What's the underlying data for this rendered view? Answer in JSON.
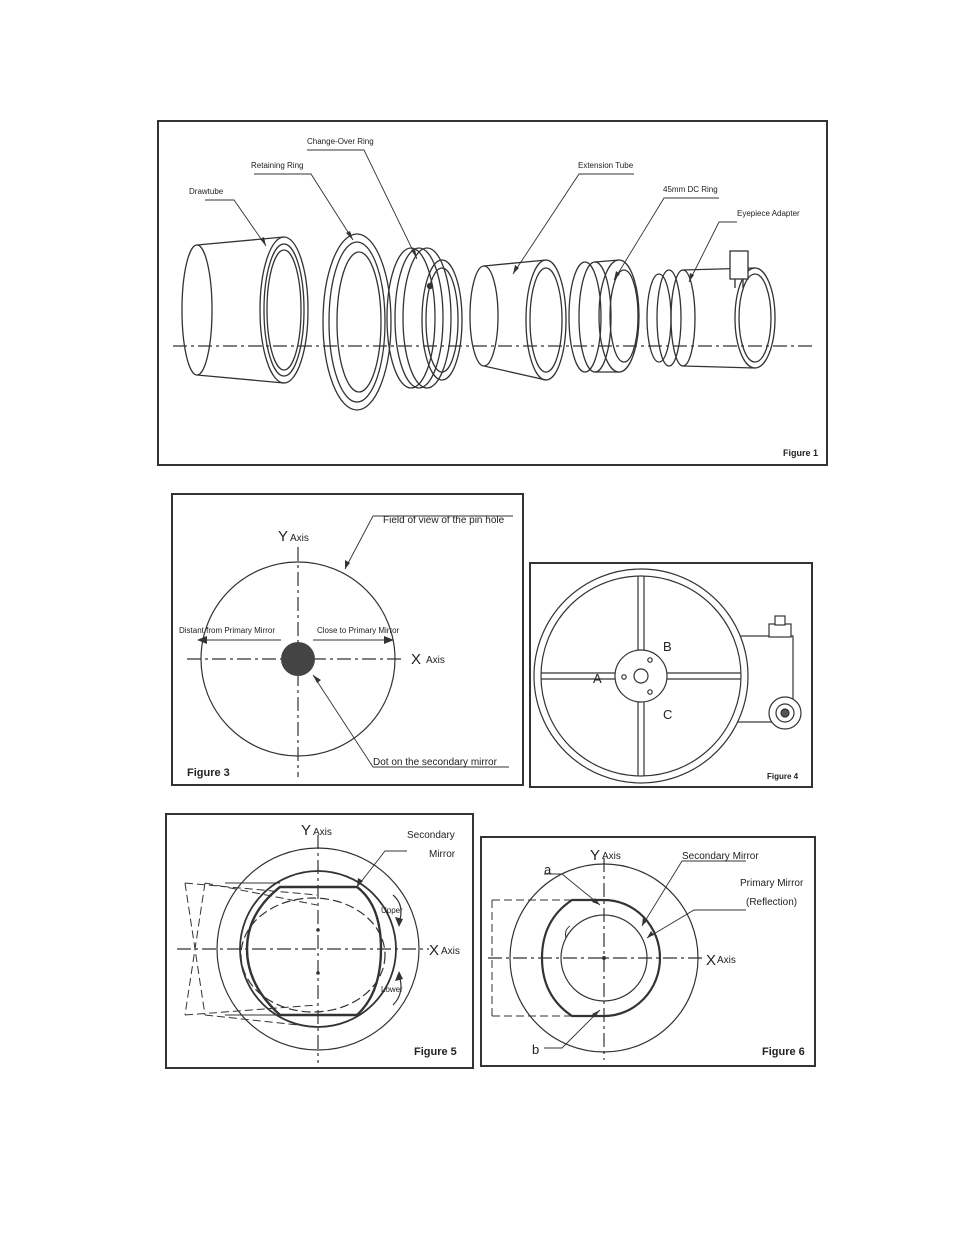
{
  "figure1": {
    "label": "Figure 1",
    "parts": {
      "drawtube": "Drawtube",
      "retaining_ring": "Retaining Ring",
      "change_over_ring": "Change-Over Ring",
      "extension_tube": "Extension Tube",
      "dc_ring": "45mm DC Ring",
      "eyepiece_adapter": "Eyepiece Adapter"
    }
  },
  "figure3": {
    "label": "Figure 3",
    "y_axis": "Axis",
    "y_letter": "Y",
    "x_axis": "Axis",
    "x_letter": "X",
    "field_of_view": "Field of view of the pin hole",
    "distant": "Distant from Primary Mirror",
    "close": "Close to Primary Mirror",
    "dot": "Dot on the secondary mirror"
  },
  "figure4": {
    "label": "Figure 4",
    "a": "A",
    "b": "B",
    "c": "C"
  },
  "figure5": {
    "label": "Figure 5",
    "y_axis": "Axis",
    "y_letter": "Y",
    "x_axis": "Axis",
    "x_letter": "X",
    "secondary": "Secondary",
    "mirror": "Mirror",
    "upper": "Upper",
    "lower": "Lower"
  },
  "figure6": {
    "label": "Figure 6",
    "y_axis": "Axis",
    "y_letter": "Y",
    "x_axis": "Axis",
    "x_letter": "X",
    "secondary": "Secondary Mirror",
    "primary": "Primary Mirror",
    "reflection": "(Reflection)",
    "a": "a",
    "b": "b"
  }
}
